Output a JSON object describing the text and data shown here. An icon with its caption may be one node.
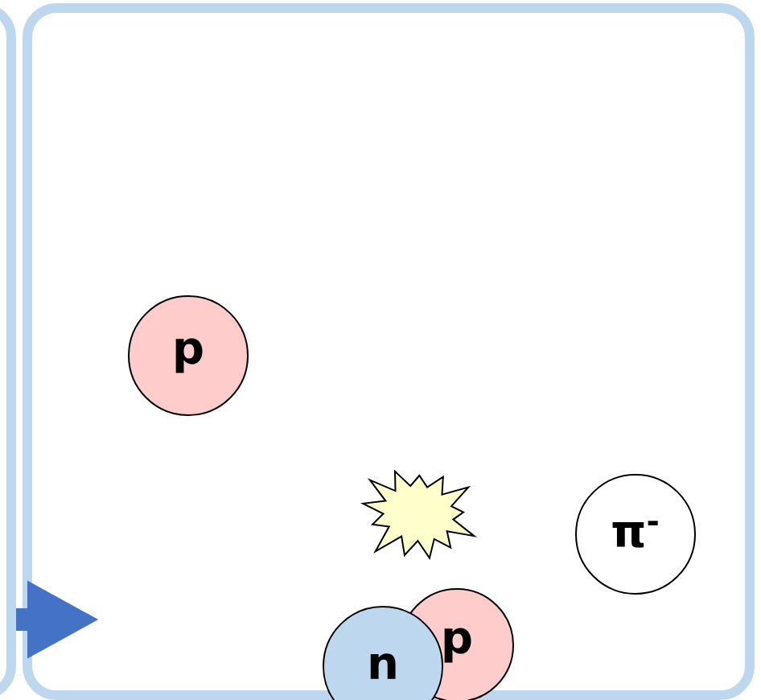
{
  "diagram": {
    "nodes": [
      {
        "text": [],
        "shape": "box"
      },
      {
        "text": [],
        "shape": "box"
      },
      {
        "text": [
          "p"
        ],
        "in": 1
      },
      {
        "text": [],
        "shape": "starburst",
        "in": 1
      },
      {
        "text": [
          "π$^{-}$"
        ],
        "in": 1
      },
      {
        "text": [
          "n"
        ],
        "in": 1
      },
      {
        "text": [
          "p"
        ],
        "in": 1
      }
    ],
    "edges": [
      {
        "from": 0,
        "to": 1,
        "arrow": "to"
      }
    ]
  }
}
